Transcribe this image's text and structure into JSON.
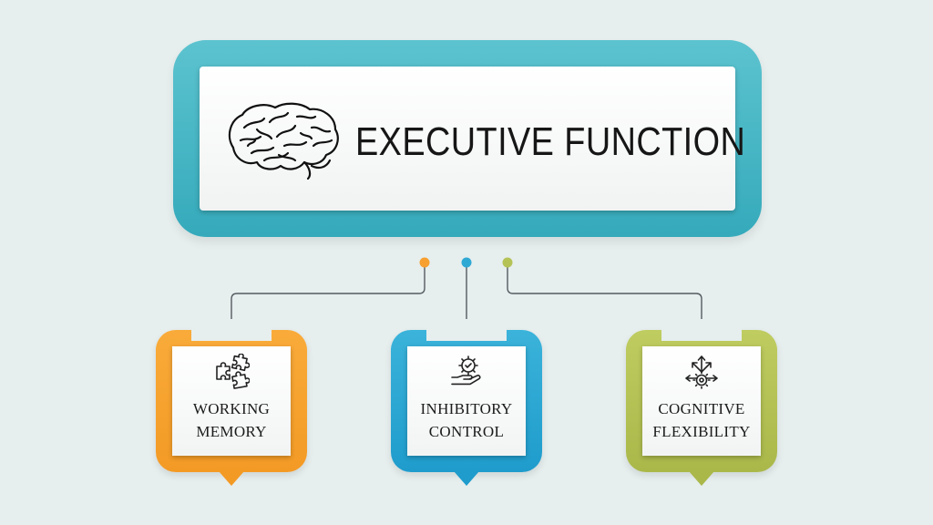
{
  "title": "EXECUTIVE FUNCTION",
  "colors": {
    "teal": "#3fb1c1",
    "orange": "#f7a030",
    "blue": "#2ea9d3",
    "green": "#b5c356",
    "connector": "#555b5f"
  },
  "components": [
    {
      "line1": "WORKING",
      "line2": "MEMORY",
      "icon": "puzzle-pieces-icon",
      "color": "orange"
    },
    {
      "line1": "INHIBITORY",
      "line2": "CONTROL",
      "icon": "hand-gear-check-icon",
      "color": "blue"
    },
    {
      "line1": "COGNITIVE",
      "line2": "FLEXIBILITY",
      "icon": "gear-arrows-icon",
      "color": "green"
    }
  ]
}
